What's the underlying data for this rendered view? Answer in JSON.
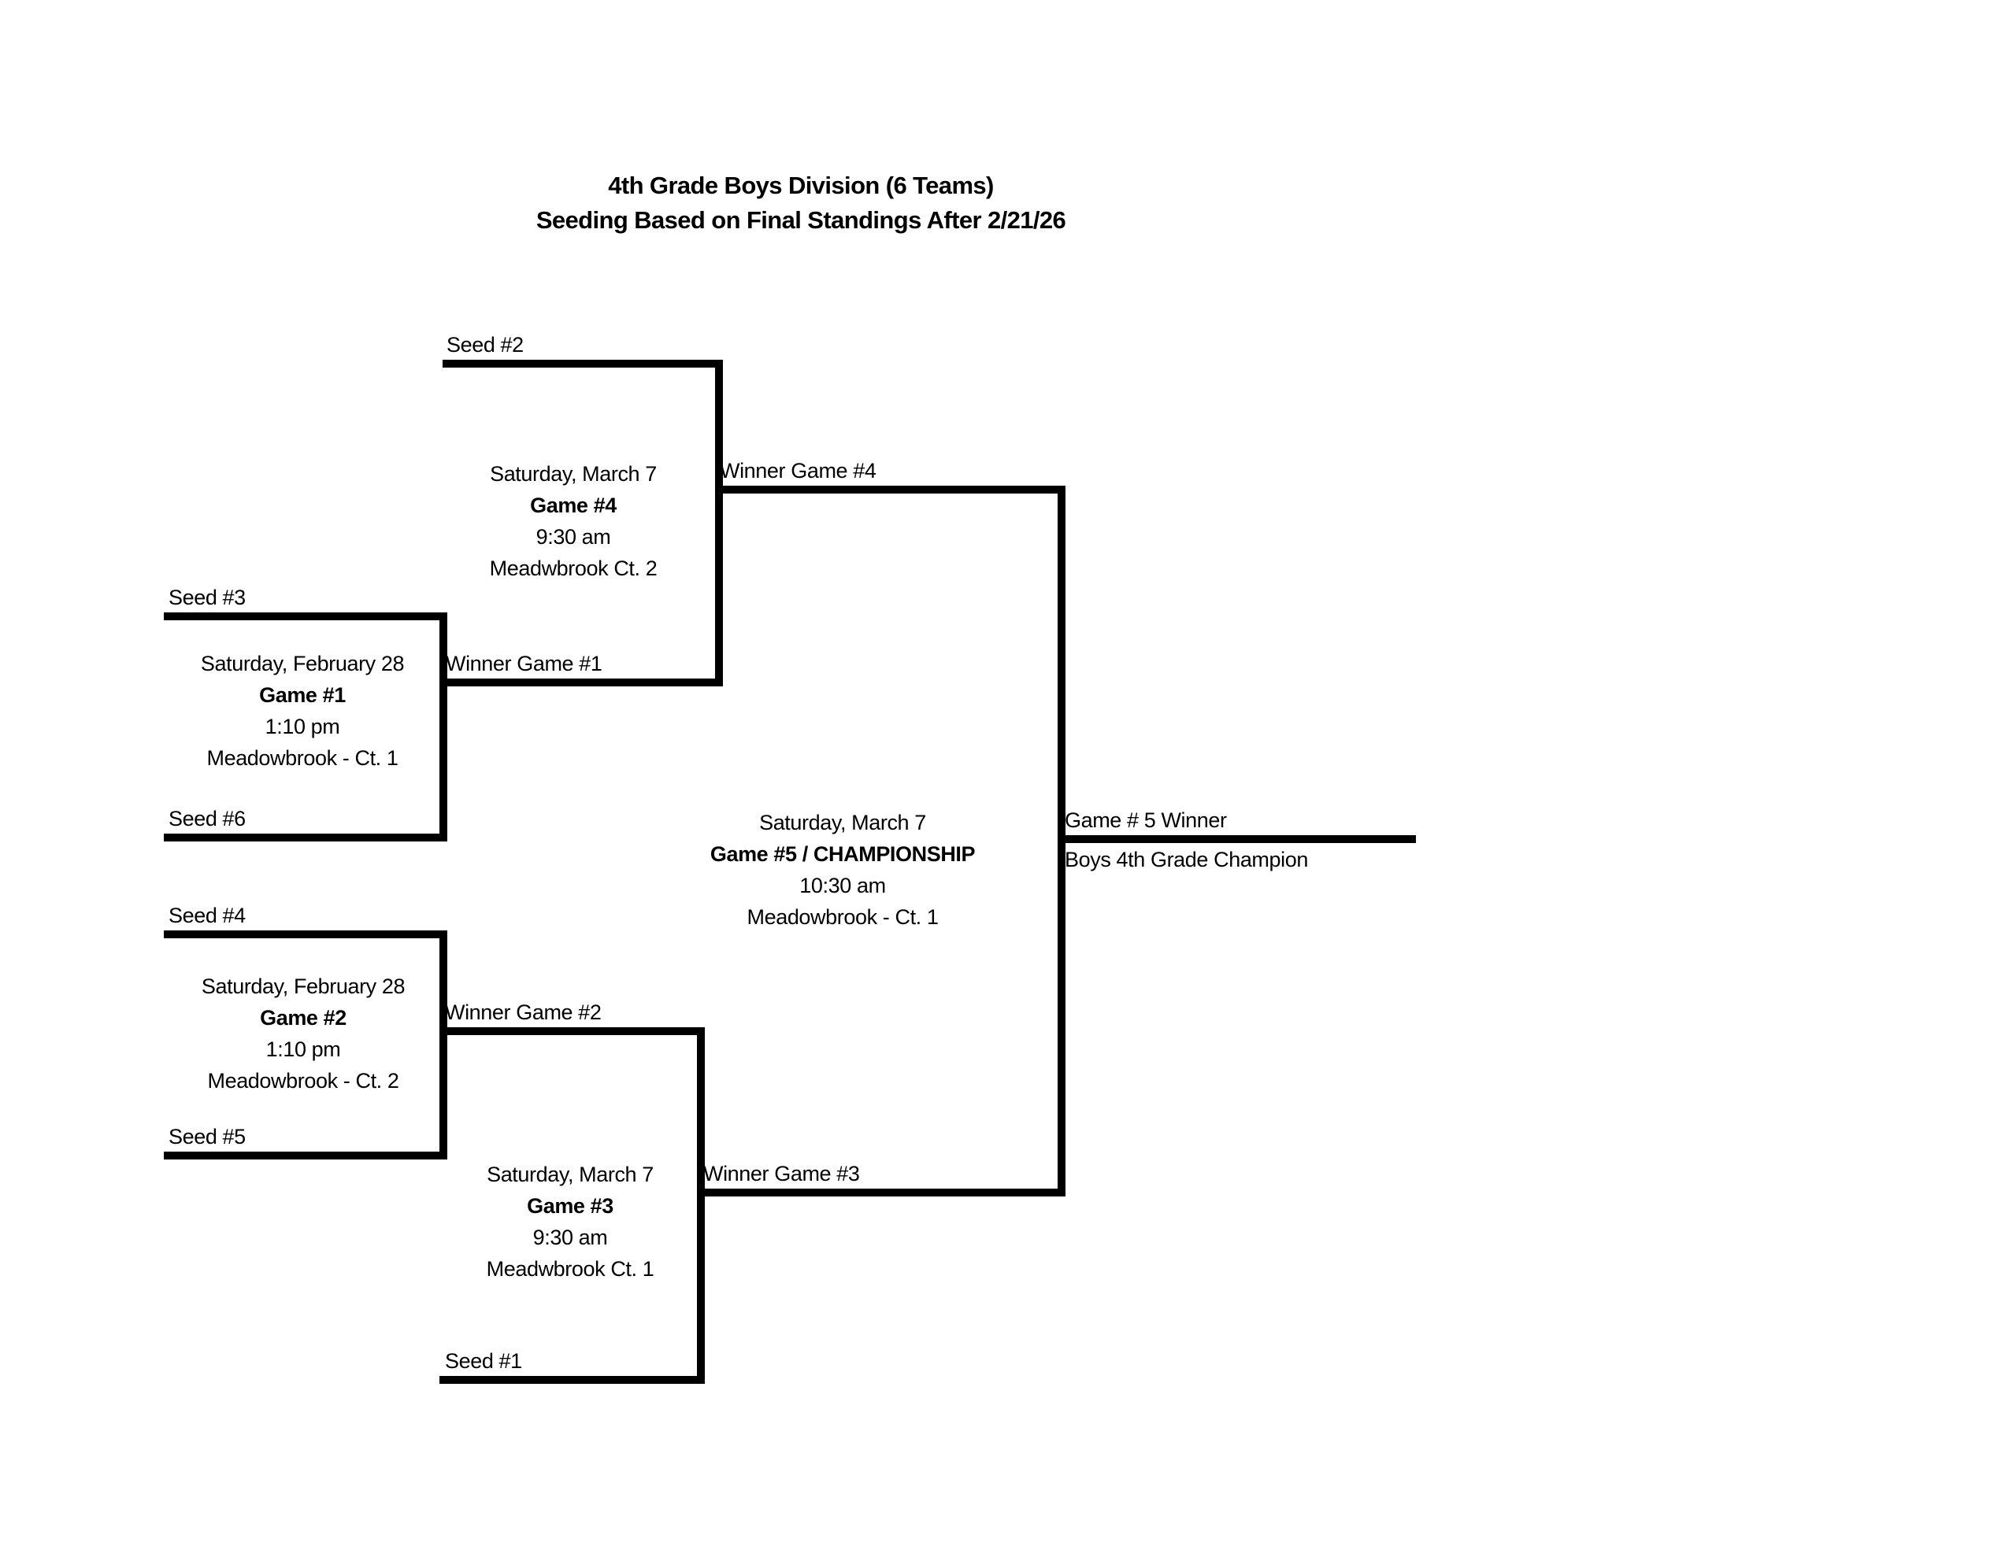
{
  "colors": {
    "background": "#ffffff",
    "line": "#000000",
    "text": "#000000"
  },
  "title": {
    "line1": "4th Grade Boys Division (6 Teams)",
    "line2": "Seeding Based on Final Standings After 2/21/26"
  },
  "games": {
    "game1": {
      "top_seed": "Seed #3",
      "bottom_seed": "Seed #6",
      "date": "Saturday, February 28",
      "name": "Game #1",
      "time": "1:10 pm",
      "location": "Meadowbrook - Ct. 1",
      "winner_label": "Winner Game #1"
    },
    "game2": {
      "top_seed": "Seed #4",
      "bottom_seed": "Seed #5",
      "date": "Saturday, February 28",
      "name": "Game #2",
      "time": "1:10 pm",
      "location": "Meadowbrook - Ct. 2",
      "winner_label": "Winner Game #2"
    },
    "game3": {
      "bottom_seed": "Seed #1",
      "date": "Saturday, March 7",
      "name": "Game #3",
      "time": "9:30 am",
      "location": "Meadwbrook Ct. 1",
      "winner_label": "Winner Game #3"
    },
    "game4": {
      "top_seed": "Seed #2",
      "date": "Saturday, March 7",
      "name": "Game #4",
      "time": "9:30 am",
      "location": "Meadwbrook Ct. 2",
      "winner_label": "Winner Game #4"
    },
    "game5": {
      "date": "Saturday, March 7",
      "name": "Game #5 / CHAMPIONSHIP",
      "time": "10:30 am",
      "location": "Meadowbrook - Ct. 1",
      "winner_label": "Game # 5 Winner",
      "champion_label": "Boys 4th Grade Champion"
    }
  }
}
